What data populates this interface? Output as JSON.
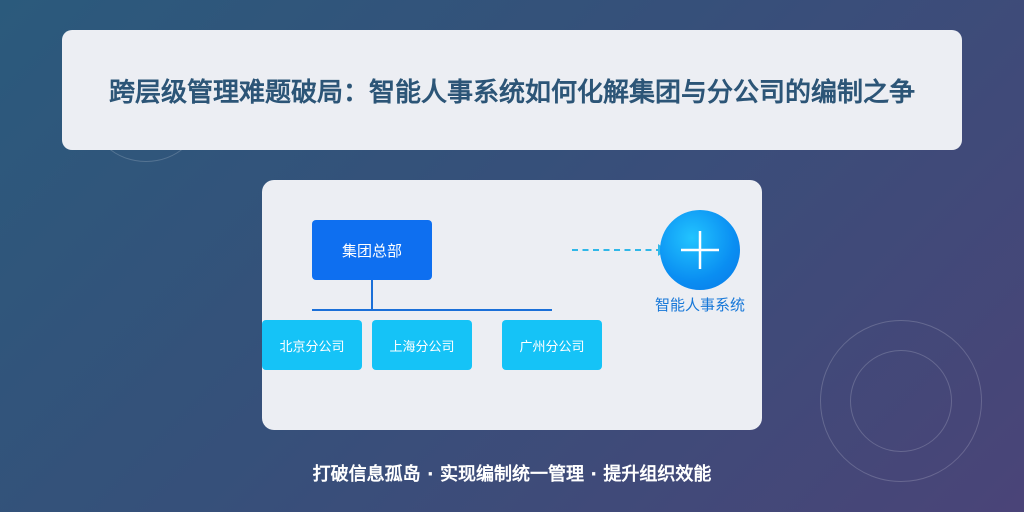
{
  "title": "跨层级管理难题破局：智能人事系统如何化解集团与分公司的编制之争",
  "diagram": {
    "headquarters": "集团总部",
    "branches": [
      "北京分公司",
      "上海分公司",
      "广州分公司"
    ],
    "system_label": "智能人事系统"
  },
  "subtitle": "打破信息孤岛 · 实现编制统一管理 · 提升组织效能",
  "colors": {
    "hq_node": "#0e6ff0",
    "branch_node": "#15c3f7",
    "connector": "#1a6fd8",
    "dashed_link": "#2fb7e8",
    "title_text": "#2c5577"
  },
  "icons": {
    "system": "plus-icon"
  }
}
